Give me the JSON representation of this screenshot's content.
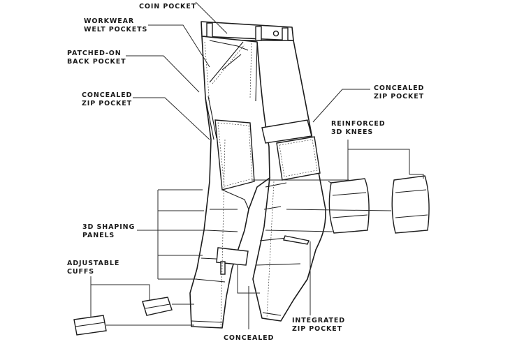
{
  "labels": {
    "coin_pocket": "COIN POCKET",
    "welt_pockets": "WORKWEAR\nWELT POCKETS",
    "patched_back_pocket": "PATCHED-ON\nBACK POCKET",
    "concealed_zip_pocket_left": "CONCEALED\nZIP POCKET",
    "concealed_zip_pocket_right": "CONCEALED\nZIP POCKET",
    "reinforced_knees": "REINFORCED\n3D KNEES",
    "shaping_panels": "3D SHAPING\nPANELS",
    "adjustable_cuffs": "ADJUSTABLE\nCUFFS",
    "integrated_zip_pocket": "INTEGRATED\nZIP POCKET",
    "concealed_bottom": "CONCEALED"
  }
}
